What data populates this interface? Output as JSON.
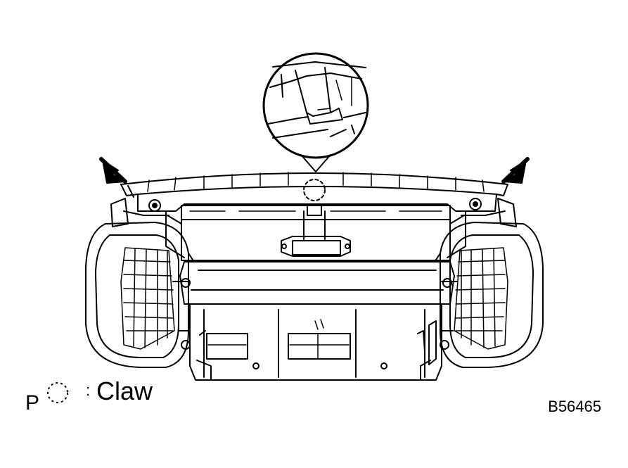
{
  "legend": {
    "marker_letter": "P",
    "separator": ":",
    "text": "Claw",
    "icon": "dashed-circle-icon"
  },
  "figure_id": "B56465",
  "colors": {
    "line": "#000000",
    "background": "#ffffff"
  }
}
